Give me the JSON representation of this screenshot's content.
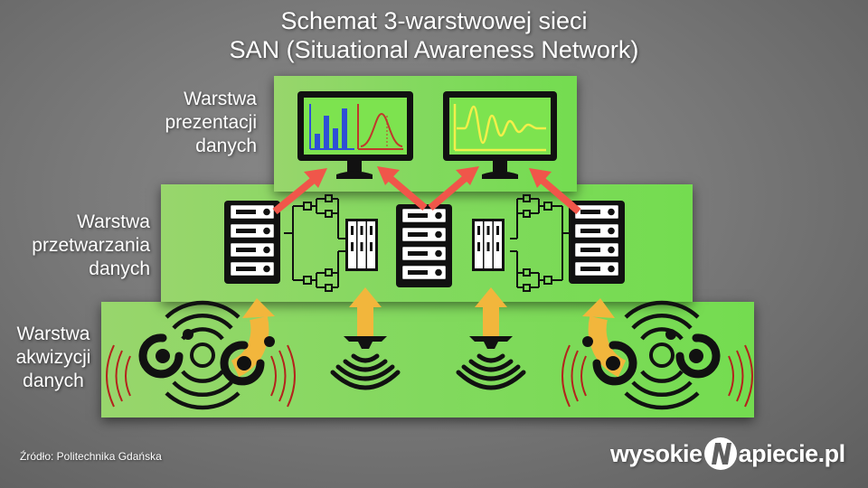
{
  "title": {
    "line1": "Schemat 3-warstwowej sieci",
    "line2": "SAN (Situational Awareness Network)"
  },
  "layers": {
    "presentation": "Warstwa\nprezentacji\ndanych",
    "processing": "Warstwa\nprzetwarzania\ndanych",
    "acquisition": "Warstwa\nakwizycji\ndanych"
  },
  "source": "Źródło: Politechnika Gdańska",
  "logo": {
    "left": "wysokie",
    "right": "apiecie.pl"
  },
  "colors": {
    "layer_green": "#82d95e",
    "arrow_red": "#f0564a",
    "arrow_yellow": "#f2b63c",
    "signal_red": "#b3241c",
    "bar_blue": "#2e4fd6",
    "waveform_yellow": "#f2ef4a"
  }
}
